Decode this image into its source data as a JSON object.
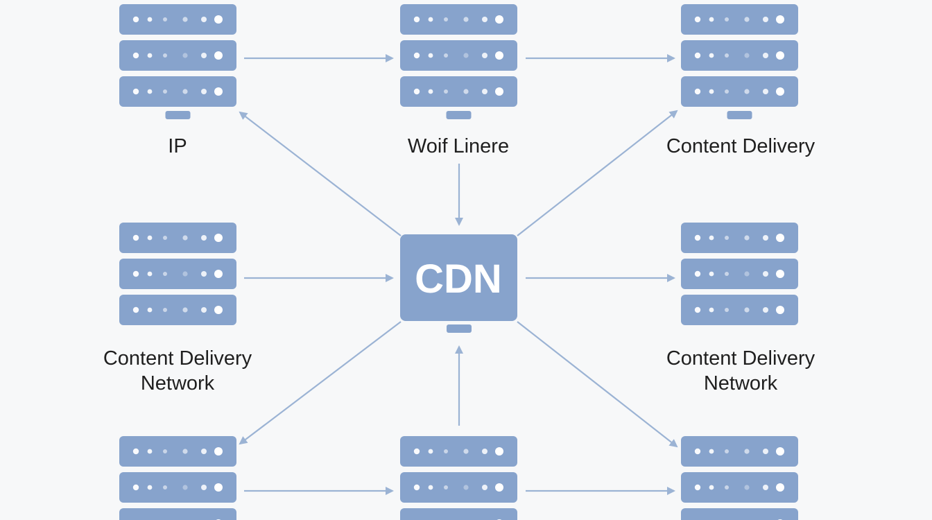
{
  "diagram": {
    "hub": {
      "label": "CDN"
    },
    "nodes": {
      "top_left": {
        "label": "IP"
      },
      "top_center": {
        "label": "Woif Linere"
      },
      "top_right": {
        "label": "Content Delivery"
      },
      "mid_left": {
        "line1": "Content Delivery",
        "line2": "Network"
      },
      "mid_right": {
        "line1": "Content Delivery",
        "line2": "Network"
      }
    }
  },
  "colors": {
    "server_fill": "#87a3cc",
    "server_gap": "#5f7cab",
    "arrow": "#9bb3d4",
    "light": "#ffffff",
    "text": "#1f1f1f"
  }
}
